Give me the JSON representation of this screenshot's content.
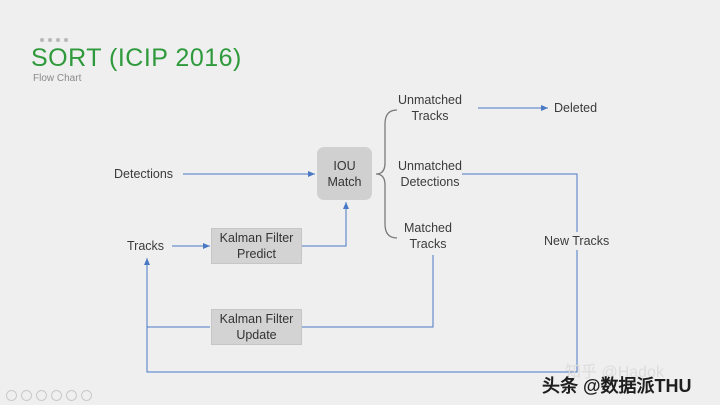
{
  "slide": {
    "title": "SORT (ICIP 2016)",
    "subtitle": "Flow Chart"
  },
  "nodes": {
    "detections": "Detections",
    "tracks": "Tracks",
    "kalman_predict": "Kalman Filter\nPredict",
    "kalman_update": "Kalman Filter\nUpdate",
    "iou_match": "IOU\nMatch",
    "unmatched_tracks": "Unmatched\nTracks",
    "unmatched_detections": "Unmatched\nDetections",
    "matched_tracks": "Matched\nTracks",
    "deleted": "Deleted",
    "new_tracks": "New Tracks"
  },
  "watermark": {
    "line1": "知乎 @Hadok",
    "line2": "头条 @数据派THU"
  },
  "colors": {
    "title": "#2e9a3c",
    "arrow": "#4a78c4",
    "box": "#d3d3d3"
  }
}
